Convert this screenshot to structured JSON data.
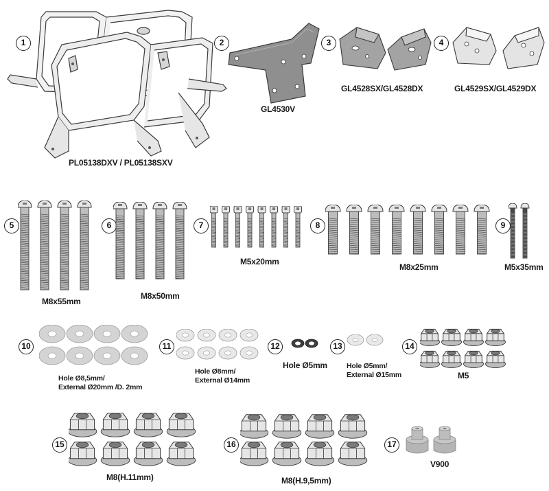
{
  "palette": {
    "outline": "#3a3a3a",
    "metal_light": "#e6e6e6",
    "metal_mid": "#bdbdbd",
    "metal_dark": "#7a7a7a",
    "plate_dark": "#8f8f8f",
    "rubber": "#b5b5b5",
    "text": "#1a1a1a"
  },
  "items": [
    {
      "number": "1",
      "label": "PL05138DXV / PL05138SXV",
      "icon": "pannier-frame-icon"
    },
    {
      "number": "2",
      "label": "GL4530V",
      "icon": "mounting-plate-icon"
    },
    {
      "number": "3",
      "label": "GL4528SX/GL4528DX",
      "icon": "bracket-pair-dark-icon"
    },
    {
      "number": "4",
      "label": "GL4529SX/GL4529DX",
      "icon": "bracket-pair-light-icon"
    },
    {
      "number": "5",
      "label": "M8x55mm",
      "icon": "bolt-icon",
      "count": 4
    },
    {
      "number": "6",
      "label": "M8x50mm",
      "icon": "bolt-icon",
      "count": 4
    },
    {
      "number": "7",
      "label": "M5x20mm",
      "icon": "socket-screw-icon",
      "count": 8
    },
    {
      "number": "8",
      "label": "M8x25mm",
      "icon": "bolt-icon",
      "count": 8
    },
    {
      "number": "9",
      "label": "M5x35mm",
      "icon": "screw-icon",
      "count": 2
    },
    {
      "number": "10",
      "label_lines": [
        "Hole Ø8,5mm/",
        "External Ø20mm /D. 2mm"
      ],
      "icon": "washer-icon",
      "count": 8
    },
    {
      "number": "11",
      "label_lines": [
        "Hole Ø8mm/",
        "External Ø14mm"
      ],
      "icon": "washer-icon",
      "count": 8
    },
    {
      "number": "12",
      "label": "Hole Ø5mm",
      "icon": "lock-washer-icon",
      "count": 2
    },
    {
      "number": "13",
      "label_lines": [
        "Hole Ø5mm/",
        "External Ø15mm"
      ],
      "icon": "washer-icon",
      "count": 2
    },
    {
      "number": "14",
      "label": "M5",
      "icon": "nut-icon",
      "count": 8
    },
    {
      "number": "15",
      "label": "M8(H.11mm)",
      "icon": "nut-icon",
      "count": 8
    },
    {
      "number": "16",
      "label": "M8(H.9,5mm)",
      "icon": "nut-icon",
      "count": 8
    },
    {
      "number": "17",
      "label": "V900",
      "icon": "spacer-icon",
      "count": 2
    }
  ]
}
